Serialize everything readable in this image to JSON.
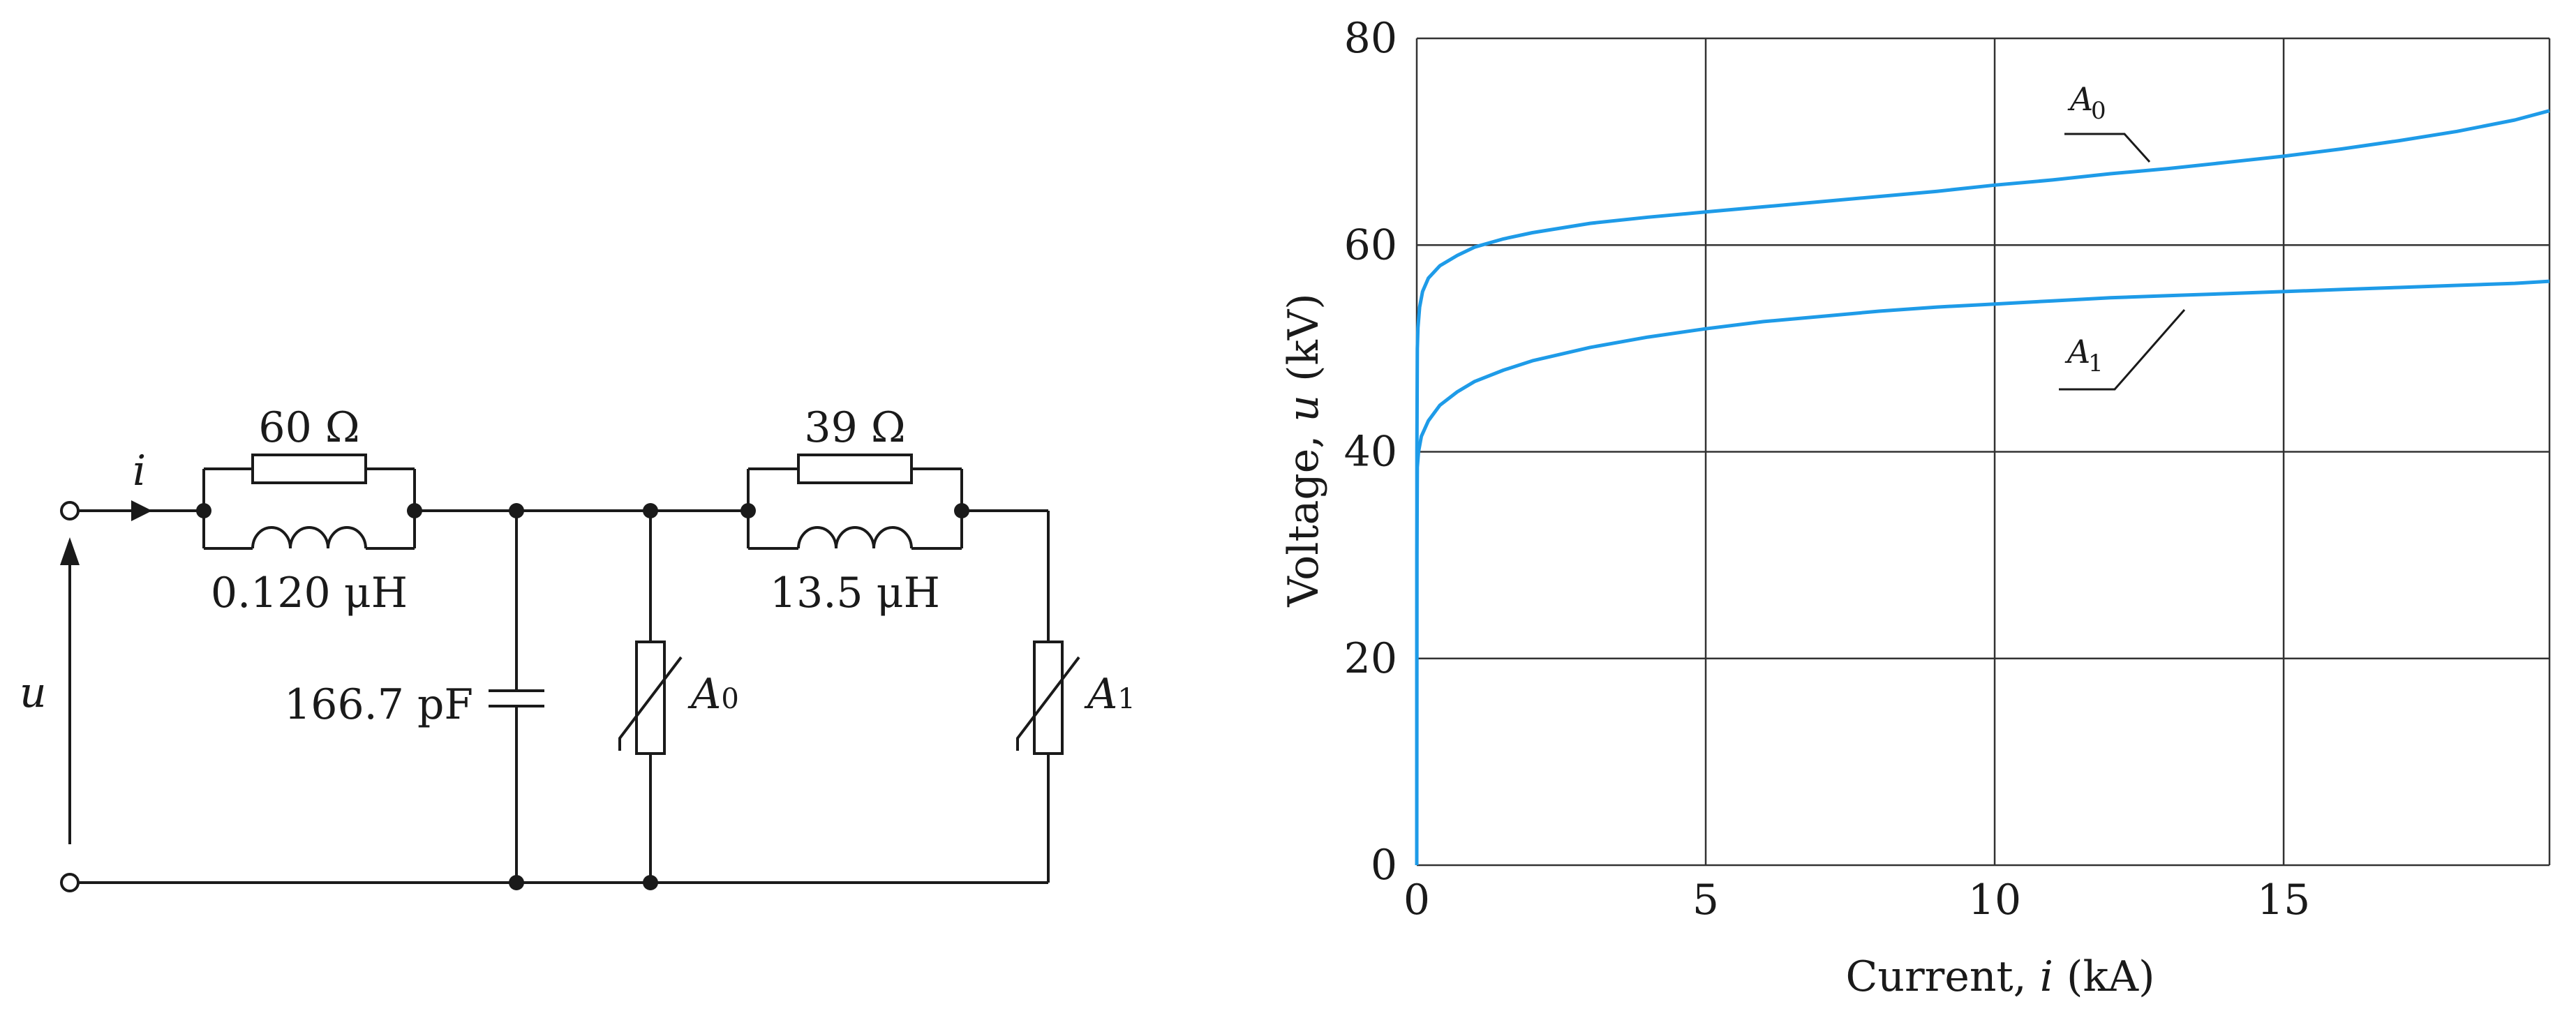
{
  "circuit": {
    "input_current_label": "i",
    "input_voltage_label": "u",
    "r1_label": "60 Ω",
    "l1_label": "0.120 μH",
    "c_label": "166.7 pF",
    "arrester0_label": "A",
    "arrester0_sub": "0",
    "r2_label": "39 Ω",
    "l2_label": "13.5 μH",
    "arrester1_label": "A",
    "arrester1_sub": "1"
  },
  "colors": {
    "curve": "#1e9be8",
    "ink": "#1a1a1a",
    "grid": "#333333"
  },
  "chart_data": {
    "type": "line",
    "xlabel_prefix": "Current, ",
    "xlabel_var": "i",
    "xlabel_unit": " (kA)",
    "ylabel_prefix": "Voltage, ",
    "ylabel_var": "u",
    "ylabel_unit": " (kV)",
    "xlim": [
      0,
      19.6
    ],
    "ylim": [
      0,
      80
    ],
    "x_ticks": [
      "0",
      "5",
      "10",
      "15"
    ],
    "y_ticks": [
      "0",
      "20",
      "40",
      "60",
      "80"
    ],
    "grid": true,
    "series": [
      {
        "name": "A0",
        "label_main": "A",
        "label_sub": "0",
        "x": [
          0,
          0.002,
          0.01,
          0.02,
          0.05,
          0.1,
          0.2,
          0.4,
          0.7,
          1,
          1.5,
          2,
          3,
          4,
          5,
          6,
          7,
          8,
          9,
          10,
          11,
          12,
          13,
          14,
          15,
          16,
          17,
          18,
          19,
          19.6
        ],
        "y": [
          0,
          40,
          50,
          52,
          54,
          55.5,
          56.8,
          58,
          59,
          59.8,
          60.6,
          61.2,
          62.1,
          62.7,
          63.2,
          63.7,
          64.2,
          64.7,
          65.2,
          65.8,
          66.3,
          66.9,
          67.4,
          68,
          68.6,
          69.3,
          70.1,
          71,
          72.1,
          73
        ]
      },
      {
        "name": "A1",
        "label_main": "A",
        "label_sub": "1",
        "x": [
          0,
          0.002,
          0.01,
          0.03,
          0.08,
          0.2,
          0.4,
          0.7,
          1,
          1.5,
          2,
          3,
          4,
          5,
          6,
          7,
          8,
          9,
          10,
          11,
          12,
          13,
          14,
          15,
          16,
          17,
          18,
          19,
          19.6
        ],
        "y": [
          0,
          30,
          38.5,
          40,
          41.5,
          43,
          44.5,
          45.8,
          46.8,
          47.9,
          48.8,
          50.1,
          51.1,
          51.9,
          52.6,
          53.1,
          53.6,
          54,
          54.3,
          54.6,
          54.9,
          55.1,
          55.3,
          55.5,
          55.7,
          55.9,
          56.1,
          56.3,
          56.5
        ]
      }
    ]
  }
}
